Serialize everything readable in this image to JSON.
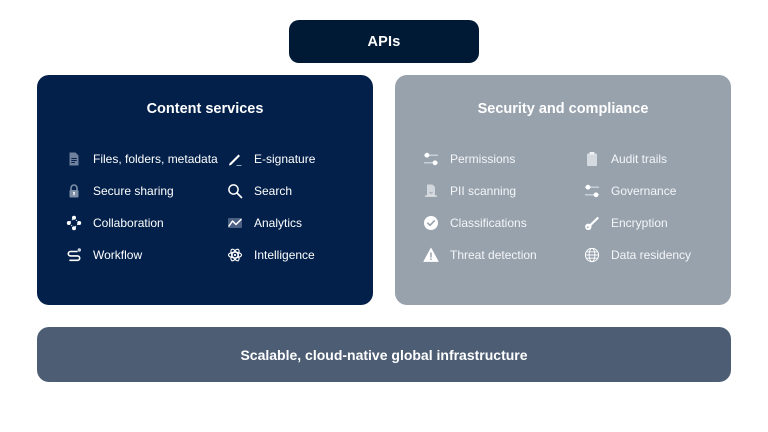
{
  "apis": {
    "label": "APIs"
  },
  "content_services": {
    "title": "Content services",
    "color": "#02204a",
    "items": [
      {
        "label": "Files, folders, metadata",
        "icon": "document-icon"
      },
      {
        "label": "Secure sharing",
        "icon": "lock-icon"
      },
      {
        "label": "Collaboration",
        "icon": "collaboration-nodes-icon"
      },
      {
        "label": "Workflow",
        "icon": "workflow-icon"
      },
      {
        "label": "E-signature",
        "icon": "pen-icon"
      },
      {
        "label": "Search",
        "icon": "search-icon"
      },
      {
        "label": "Analytics",
        "icon": "analytics-chart-icon"
      },
      {
        "label": "Intelligence",
        "icon": "atom-icon"
      }
    ]
  },
  "security_compliance": {
    "title": "Security and compliance",
    "color": "#98a2ad",
    "items": [
      {
        "label": "Permissions",
        "icon": "sliders-icon"
      },
      {
        "label": "PII scanning",
        "icon": "document-scan-icon"
      },
      {
        "label": "Classifications",
        "icon": "check-circle-icon"
      },
      {
        "label": "Threat detection",
        "icon": "warning-triangle-icon"
      },
      {
        "label": "Audit trails",
        "icon": "clipboard-icon"
      },
      {
        "label": "Governance",
        "icon": "sliders-icon"
      },
      {
        "label": "Encryption",
        "icon": "key-icon"
      },
      {
        "label": "Data residency",
        "icon": "globe-icon"
      }
    ]
  },
  "infrastructure": {
    "label": "Scalable, cloud-native global infrastructure",
    "color": "#4d5e74"
  }
}
